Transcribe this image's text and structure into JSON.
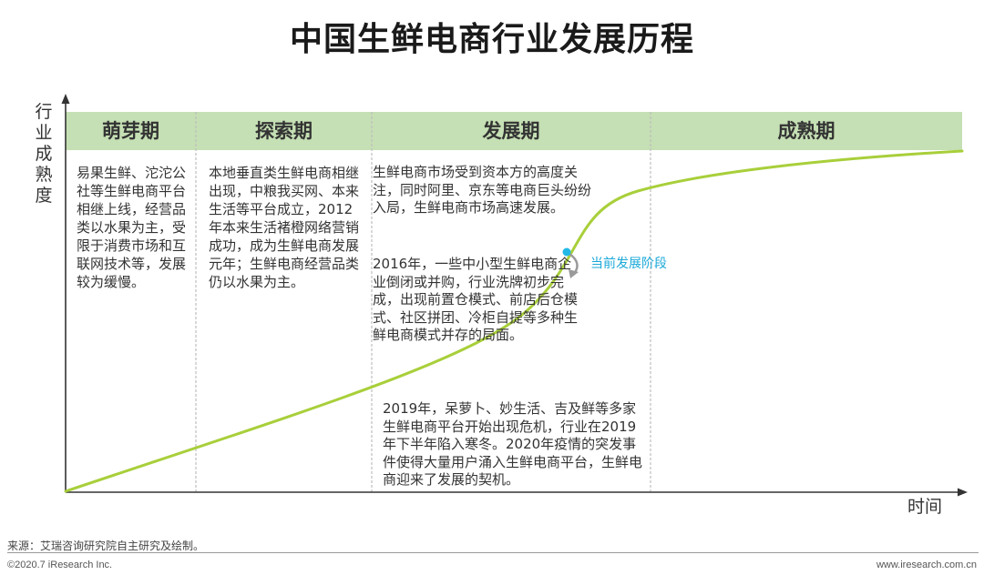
{
  "title": "中国生鲜电商行业发展历程",
  "axes": {
    "y_label": "行业成熟度",
    "x_label": "时间"
  },
  "colors": {
    "header_band": "#c5e0b4",
    "curve": "#a8cf3a",
    "current_marker": "#22b8e6",
    "current_label": "#1ba9d8",
    "arrow": "#9a9a9a"
  },
  "phases": [
    {
      "name": "萌芽期",
      "description": "易果生鲜、沱沱公社等生鲜电商平台相继上线，经营品类以水果为主，受限于消费市场和互联网技术等，发展较为缓慢。"
    },
    {
      "name": "探索期",
      "description": "本地垂直类生鲜电商相继出现，中粮我买网、本来生活等平台成立，2012年本来生活褚橙网络营销成功，成为生鲜电商发展元年；生鲜电商经营品类仍以水果为主。"
    },
    {
      "name": "发展期",
      "descriptions": [
        "生鲜电商市场受到资本方的高度关注，同时阿里、京东等电商巨头纷纷入局，生鲜电商市场高速发展。",
        "2016年，一些中小型生鲜电商企业倒闭或并购，行业洗牌初步完成，出现前置仓模式、前店后仓模式、社区拼团、冷柜自提等多种生鲜电商模式并存的局面。",
        "2019年，呆萝卜、妙生活、吉及鲜等多家生鲜电商平台开始出现危机，行业在2019年下半年陷入寒冬。2020年疫情的突发事件使得大量用户涌入生鲜电商平台，生鲜电商迎来了发展的契机。"
      ]
    },
    {
      "name": "成熟期",
      "description": ""
    }
  ],
  "current_stage_label": "当前发展阶段",
  "footer": {
    "source": "来源：艾瑞咨询研究院自主研究及绘制。",
    "copyright": "©2020.7 iResearch Inc.",
    "website": "www.iresearch.com.cn"
  }
}
